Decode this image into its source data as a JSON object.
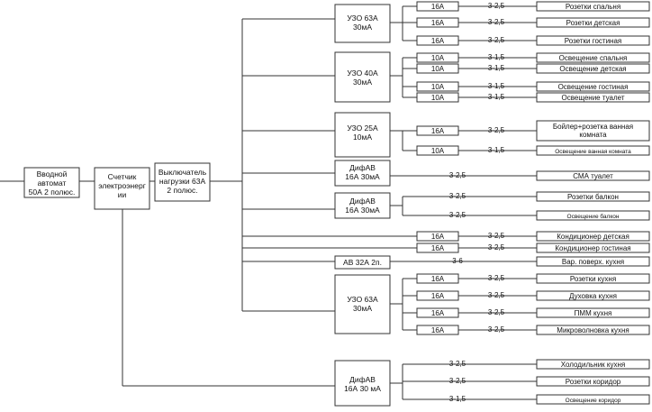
{
  "main": {
    "lines": [
      "Вводной",
      "автомат",
      "50А 2 полюс."
    ]
  },
  "meter": {
    "lines": [
      "Счетчик",
      "электроэнерг",
      "ии"
    ]
  },
  "load_switch": {
    "lines": [
      "Выключатель",
      "нагрузки 63А",
      "2 полюс."
    ]
  },
  "devices": [
    {
      "lines": [
        "УЗО 63А",
        "30мА"
      ]
    },
    {
      "lines": [
        "УЗО 40А",
        "30мА"
      ]
    },
    {
      "lines": [
        "УЗО 25А",
        "10мА"
      ]
    },
    {
      "lines": [
        "ДифАВ",
        "16А 30мА"
      ]
    },
    {
      "lines": [
        "ДифАВ",
        "16А 30мА"
      ]
    },
    {
      "lines": [
        "АВ 32А 2п."
      ]
    },
    {
      "lines": [
        "УЗО 63А",
        "30мА"
      ]
    },
    {
      "lines": [
        "ДифАВ",
        "16А 30 мА"
      ]
    }
  ],
  "circuits": [
    {
      "breaker": "16А",
      "cable": "3-2,5",
      "load": [
        "Розетки спальня"
      ]
    },
    {
      "breaker": "16А",
      "cable": "3-2,5",
      "load": [
        "Розетки детская"
      ]
    },
    {
      "breaker": "16А",
      "cable": "3-2,5",
      "load": [
        "Розетки гостиная"
      ]
    },
    {
      "breaker": "10А",
      "cable": "3-1,5",
      "load": [
        "Освещение спальня"
      ]
    },
    {
      "breaker": "10А",
      "cable": "3-1,5",
      "load": [
        "Освещение детская"
      ]
    },
    {
      "breaker": "10А",
      "cable": "3-1,5",
      "load": [
        "Освещение гостиная"
      ]
    },
    {
      "breaker": "10А",
      "cable": "3-1,5",
      "load": [
        "Освещение туалет"
      ]
    },
    {
      "breaker": "16А",
      "cable": "3-2,5",
      "load": [
        "Бойлер+розетка ванная",
        "комната"
      ]
    },
    {
      "breaker": "10А",
      "cable": "3-1,5",
      "load": [
        "Освещение ванная комната"
      ]
    },
    {
      "breaker": "",
      "cable": "3-2,5",
      "load": [
        "СМА туалет"
      ]
    },
    {
      "breaker": "",
      "cable": "3-2,5",
      "load": [
        "Розетки балкон"
      ]
    },
    {
      "breaker": "",
      "cable": "3-2,5",
      "load": [
        "Освещение балкон"
      ]
    },
    {
      "breaker": "16А",
      "cable": "3-2,5",
      "load": [
        "Кондиционер детская"
      ]
    },
    {
      "breaker": "16А",
      "cable": "3-2,5",
      "load": [
        "Кондиционер гостиная"
      ]
    },
    {
      "breaker": "",
      "cable": "3-6",
      "load": [
        "Вар. поверх. кухня"
      ]
    },
    {
      "breaker": "16А",
      "cable": "3-2,5",
      "load": [
        "Розетки кухня"
      ]
    },
    {
      "breaker": "16А",
      "cable": "3-2,5",
      "load": [
        "Духовка кухня"
      ]
    },
    {
      "breaker": "16А",
      "cable": "3-2,5",
      "load": [
        "ПММ кухня"
      ]
    },
    {
      "breaker": "16А",
      "cable": "3-2,5",
      "load": [
        "Микроволновка кухня"
      ]
    },
    {
      "breaker": "",
      "cable": "3-2,5",
      "load": [
        "Холодильник кухня"
      ]
    },
    {
      "breaker": "",
      "cable": "3-2,5",
      "load": [
        "Розетки коридор"
      ]
    },
    {
      "breaker": "",
      "cable": "3-1,5",
      "load": [
        "Освещение коридор"
      ]
    }
  ]
}
